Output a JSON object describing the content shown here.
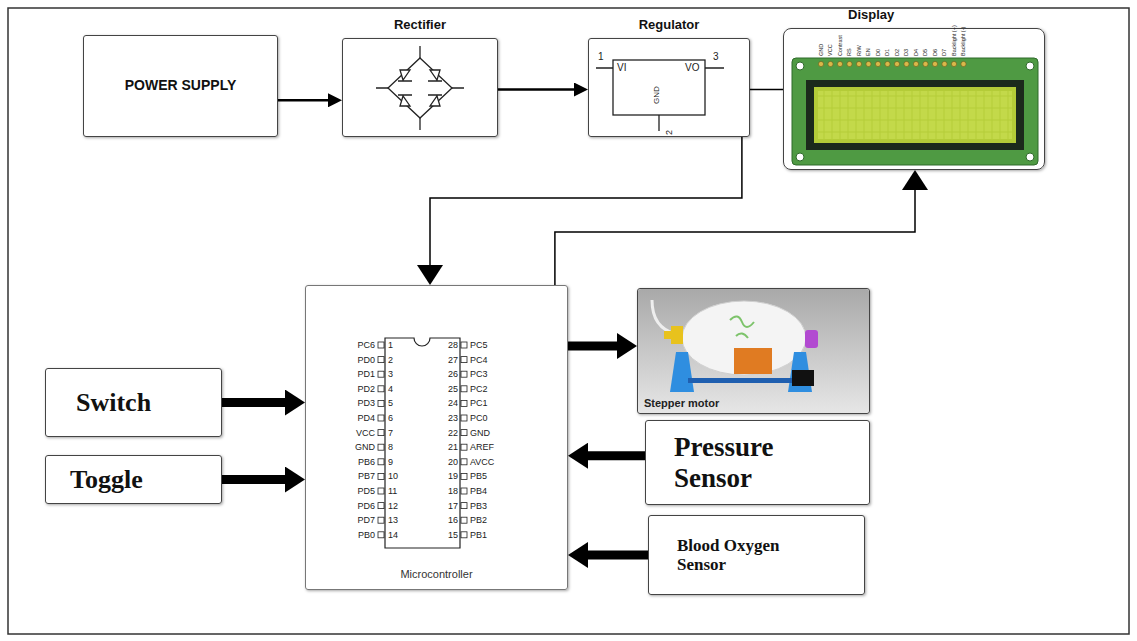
{
  "diagram": {
    "nodes": [
      {
        "text": [
          "POWER SUPPLY"
        ]
      },
      {
        "text": [
          "Rectifier"
        ]
      },
      {
        "text": [
          "Regulator"
        ]
      },
      {
        "text": [
          "Display"
        ]
      },
      {
        "text": [
          "Microcontroller"
        ]
      },
      {
        "text": [
          "Stepper motor"
        ]
      },
      {
        "text": [
          "Switch"
        ]
      },
      {
        "text": [
          "Toggle"
        ]
      },
      {
        "text": [
          "Pressure Sensor"
        ]
      },
      {
        "text": [
          "Blood Oxygen Sensor"
        ]
      }
    ],
    "edges": [
      {
        "from": 0,
        "to": 1,
        "arrow": "to"
      },
      {
        "from": 1,
        "to": 2,
        "arrow": "to"
      },
      {
        "from": 2,
        "to": 3,
        "arrow": "none"
      },
      {
        "from": 2,
        "to": 4,
        "arrow": "to"
      },
      {
        "from": 4,
        "to": 3,
        "arrow": "to"
      },
      {
        "from": 4,
        "to": 5,
        "arrow": "to"
      },
      {
        "from": 6,
        "to": 4,
        "arrow": "to"
      },
      {
        "from": 7,
        "to": 4,
        "arrow": "to"
      },
      {
        "from": 8,
        "to": 4,
        "arrow": "to"
      },
      {
        "from": 9,
        "to": 4,
        "arrow": "to"
      }
    ],
    "labels": [
      "1",
      "VI",
      "VO",
      "3",
      "GND",
      "2",
      "GND",
      "VCC",
      "Contrast",
      "RS",
      "R/W",
      "EN",
      "D0",
      "D1",
      "D2",
      "D3",
      "D4",
      "D5",
      "D6",
      "D7",
      "Backlight (+)",
      "Backlight (-)",
      "PC6",
      "1",
      "PD0",
      "2",
      "PD1",
      "3",
      "PD2",
      "4",
      "PD3",
      "5",
      "PD4",
      "6",
      "VCC",
      "7",
      "GND",
      "8",
      "PB6",
      "9",
      "PB7",
      "10",
      "PD5",
      "11",
      "PD6",
      "12",
      "PD7",
      "13",
      "PB0",
      "14",
      "28",
      "PC5",
      "27",
      "PC4",
      "26",
      "PC3",
      "25",
      "PC2",
      "24",
      "PC1",
      "23",
      "PC0",
      "22",
      "GND",
      "21",
      "AREF",
      "20",
      "AVCC",
      "19",
      "PB5",
      "18",
      "PB4",
      "17",
      "PB3",
      "16",
      "PB2",
      "15",
      "PB1"
    ]
  }
}
